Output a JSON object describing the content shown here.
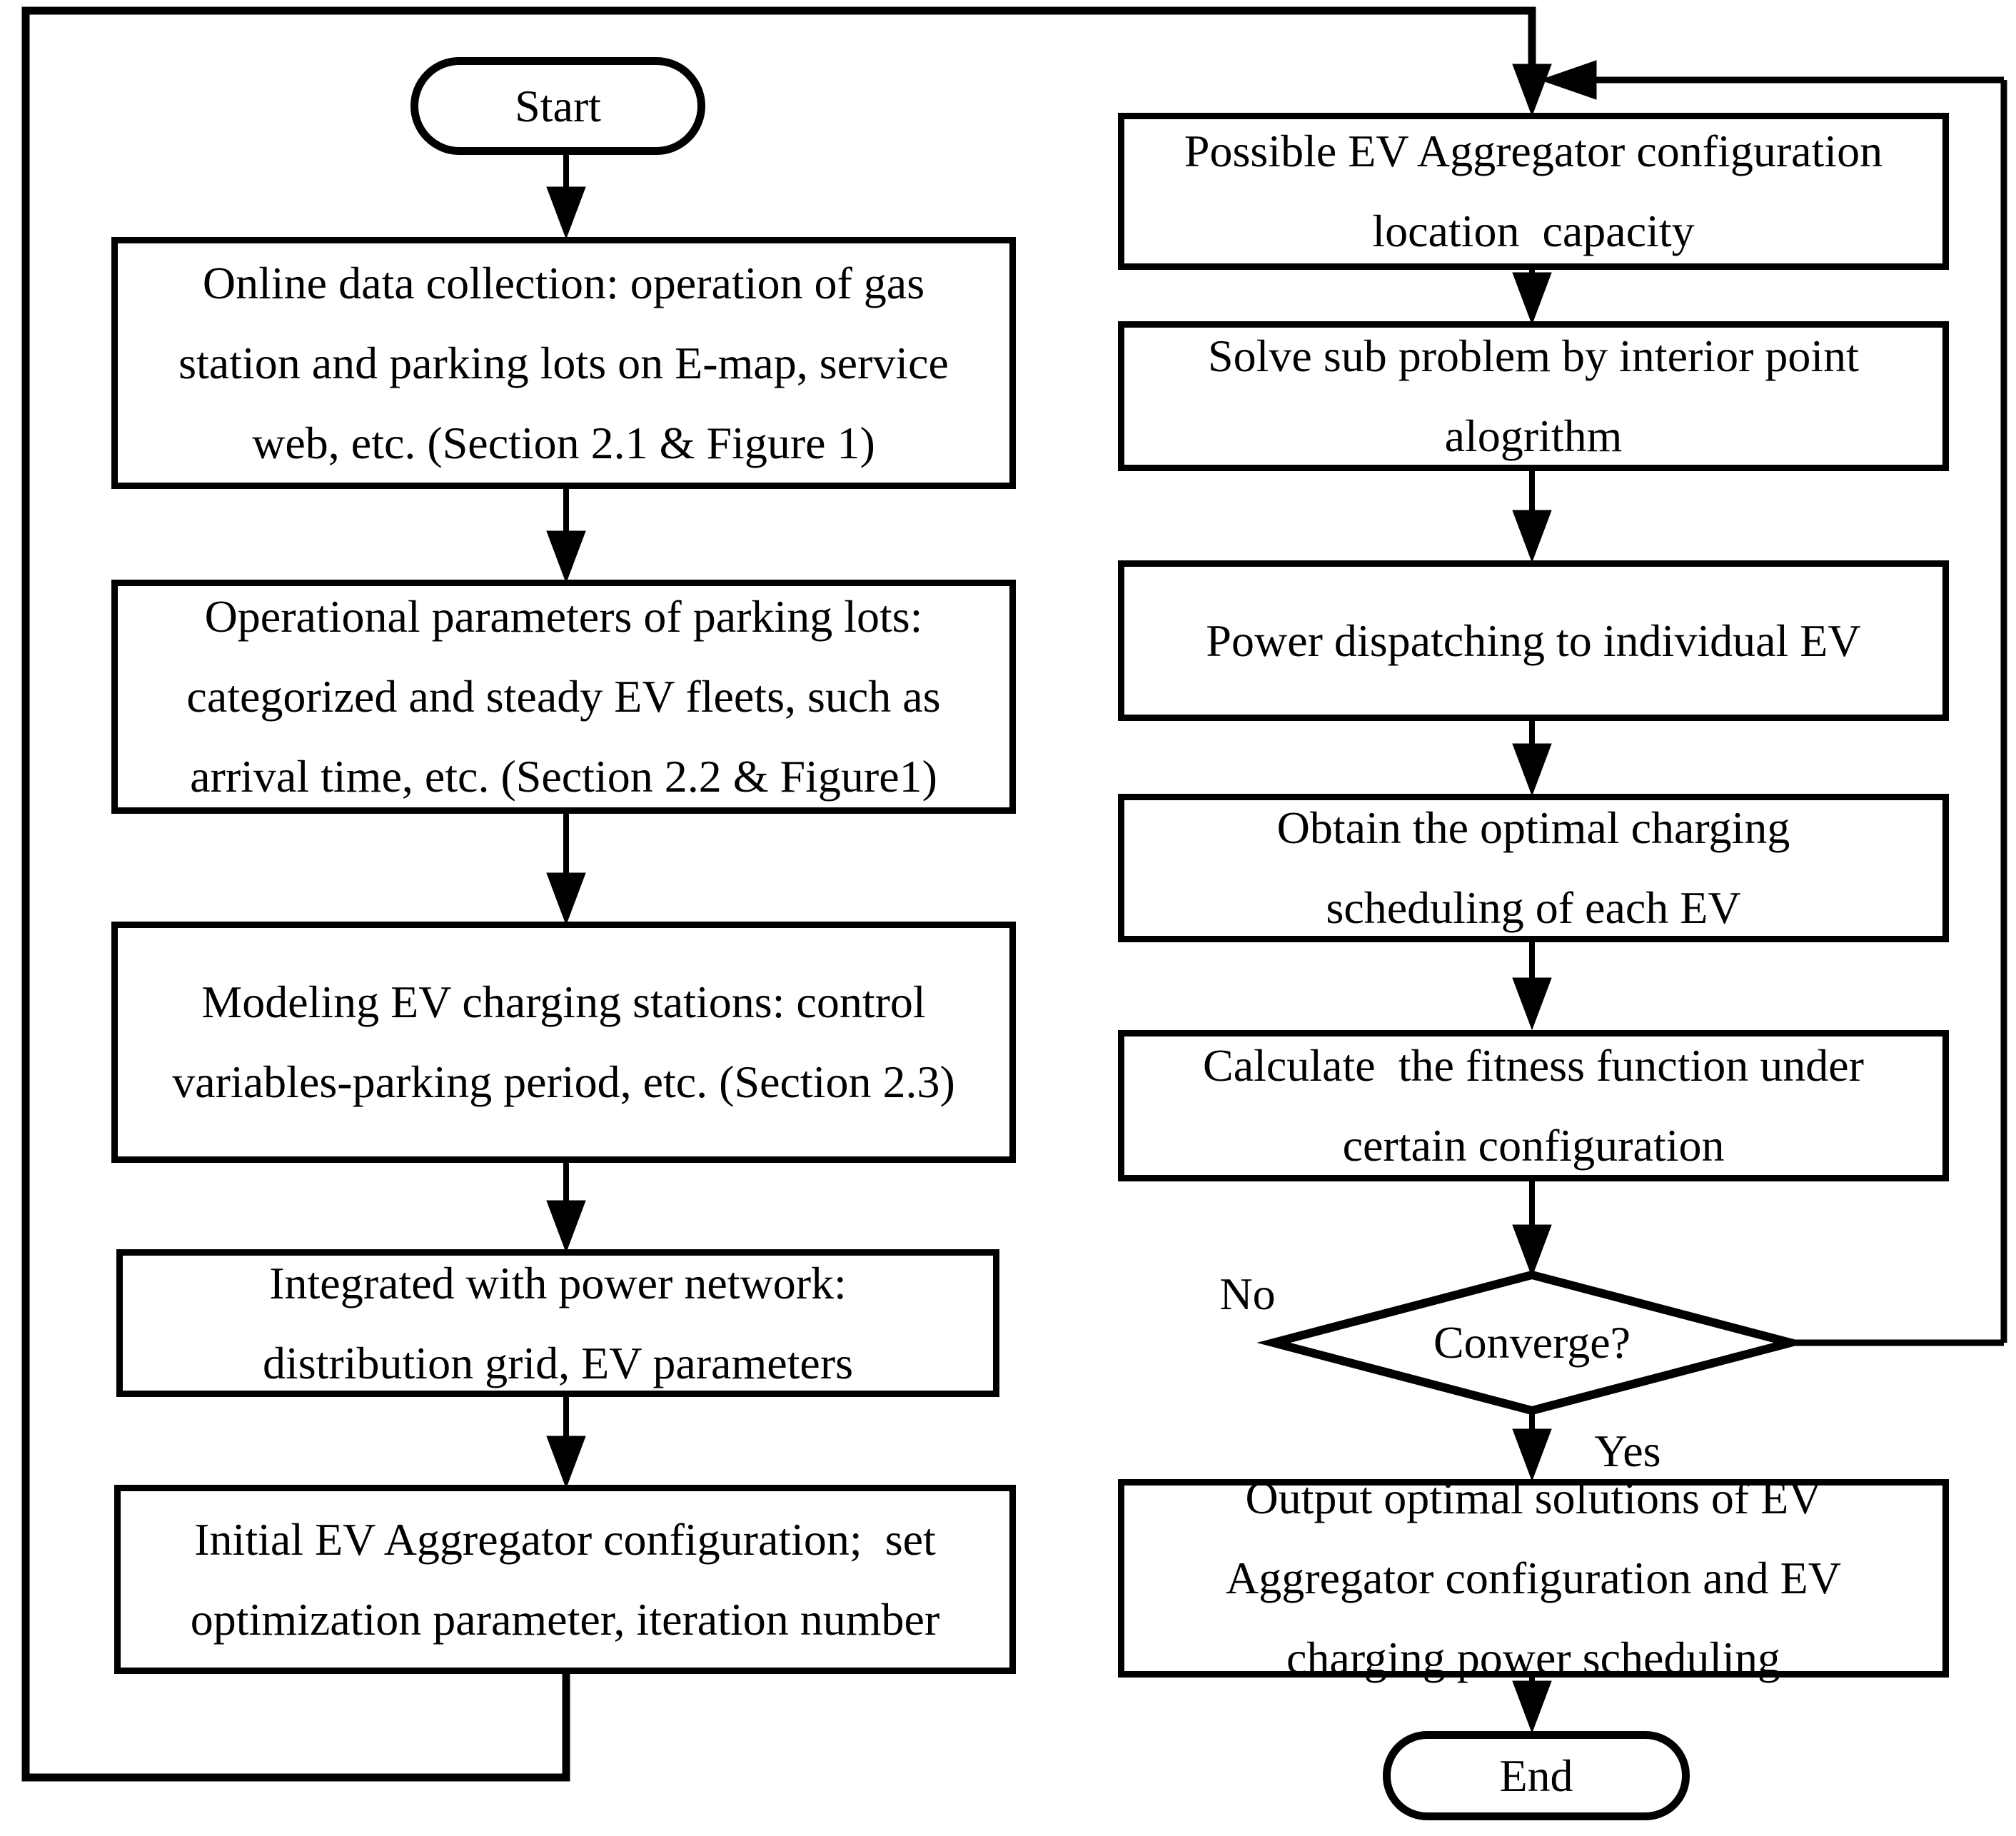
{
  "flowchart": {
    "colors": {
      "line": "#000000",
      "background": "#ffffff",
      "text": "#000000"
    },
    "start_label": "Start",
    "end_label": "End",
    "left_steps": [
      "Online data collection: operation of gas\nstation and parking lots on E-map, service\nweb, etc. (Section 2.1 & Figure 1)",
      "Operational parameters of parking lots:\ncategorized and steady EV fleets, such as\narrival time, etc. (Section 2.2 & Figure1)",
      "Modeling EV charging stations: control\nvariables-parking period, etc. (Section 2.3)",
      "Integrated with power network:\ndistribution grid, EV parameters",
      "Initial EV Aggregator configuration;  set\noptimization parameter, iteration number"
    ],
    "right_steps": [
      "Possible EV Aggregator configuration\nlocation  capacity",
      "Solve sub problem by interior point\nalogrithm",
      "Power dispatching to individual EV",
      "Obtain the optimal charging\nscheduling of each EV",
      "Calculate  the fitness function under\ncertain configuration",
      "Output optimal solutions of EV\nAggregator configuration and EV\ncharging power scheduling"
    ],
    "decision_label": "Converge?",
    "branch_no": "No",
    "branch_yes": "Yes"
  }
}
